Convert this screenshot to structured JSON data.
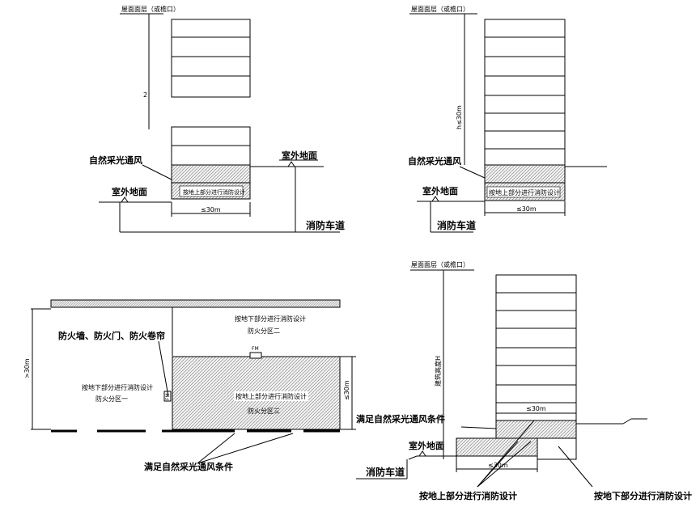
{
  "diagram_a": {
    "roof_label": "屋面面层（或檐口）",
    "h_label": "2",
    "natural_light_label": "自然采光通风",
    "outdoor_ground_right": "室外地面",
    "outdoor_ground_left": "室外地面",
    "basement_note": "按地上部分进行消防设计",
    "width_label": "≤30m",
    "fire_lane_label": "消防车道"
  },
  "diagram_b": {
    "roof_label": "屋面面层（或檐口）",
    "h_label": "h≤30m",
    "natural_light_label": "自然采光通风",
    "outdoor_ground_label": "室外地面",
    "basement_note": "按地上部分进行消防设计",
    "width_label": "≤30m",
    "fire_lane_label": "消防车道"
  },
  "diagram_c": {
    "zone1_note": "按地下部分进行消防设计",
    "zone1_label": "防火分区一",
    "zone2_note": "按地下部分进行消防设计",
    "zone2_label": "防火分区二",
    "zone3_note": "按地上部分进行消防设计",
    "zone3_label": "防火分区三",
    "fire_wall_label": "防火墙、防火门、防火卷帘",
    "fm_top": "FM",
    "fm_left": "FM",
    "left_dim": ">30m",
    "right_dim": "≤30m",
    "natural_light_condition": "满足自然采光通风条件"
  },
  "diagram_d": {
    "roof_label": "屋面面层（或檐口）",
    "height_label": "建筑高度H",
    "inner_width_label": "≤30m",
    "natural_light_condition": "满足自然采光通风条件",
    "outdoor_ground_label": "室外地面",
    "fire_lane_label": "消防车道",
    "width_label": "≤30m",
    "above_ground_design": "按地上部分进行消防设计",
    "underground_design": "按地下部分进行消防设计"
  }
}
